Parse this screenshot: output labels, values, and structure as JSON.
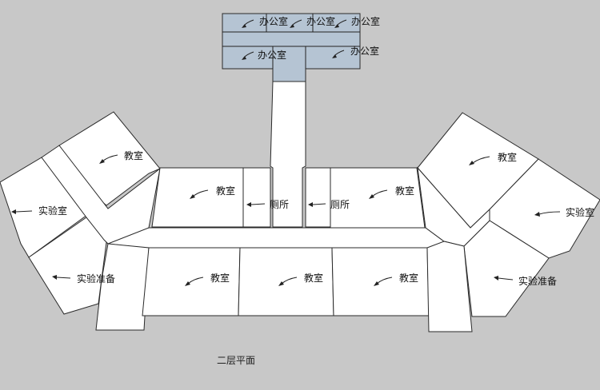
{
  "caption": "二层平面",
  "labels": {
    "office_1": "办公室",
    "office_2": "办公室",
    "office_3": "办公室",
    "office_4": "办公室",
    "office_5": "办公室",
    "classroom_left_wing": "教室",
    "classroom_left_north": "教室",
    "toilet_left": "厕所",
    "toilet_right": "厕所",
    "classroom_right_north": "教室",
    "classroom_right_wing": "教室",
    "lab_left": "实验室",
    "lab_prep_left": "实验准备",
    "classroom_south_1": "教室",
    "classroom_south_2": "教室",
    "classroom_south_3": "教室",
    "lab_right": "实验室",
    "lab_prep_right": "实验准备"
  },
  "colors": {
    "background": "#c8c8c8",
    "room_fill": "#ffffff",
    "office_fill": "#b5c4d3",
    "line": "#2a2a2a"
  }
}
